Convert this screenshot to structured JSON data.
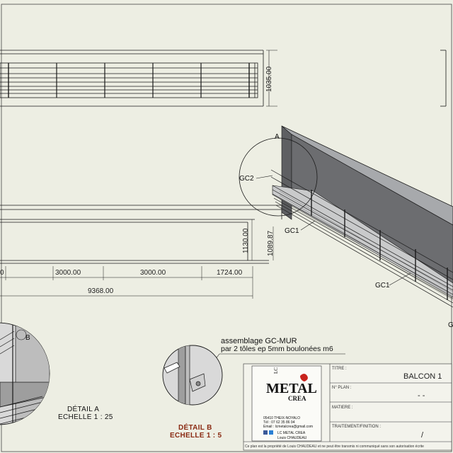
{
  "dimensions": {
    "height_total": "1035.00",
    "height_front": "1130.00",
    "height_inner": "1089.87",
    "seg0": "0",
    "seg1": "3000.00",
    "seg2": "3000.00",
    "seg3": "1724.00",
    "overall": "9368.00"
  },
  "labels": {
    "view_a": "A",
    "gc2": "GC2",
    "gc1_top": "GC1",
    "gc1_bottom": "GC1",
    "detail_b_marker": "B",
    "edge_letter": "G"
  },
  "detail_a": {
    "title": "DÉTAIL A",
    "scale": "ECHELLE 1 : 25"
  },
  "detail_b": {
    "title": "DÉTAIL B",
    "scale": "ECHELLE 1 : 5"
  },
  "assembly_note": {
    "line1": "assemblage GC-MUR",
    "line2": "par 2 tôles ep 5mm boulonées m6"
  },
  "title_block": {
    "titre_label": "TITRE :",
    "titre_value": "BALCON 1",
    "plan_label": "N° PLAN :",
    "plan_value": "-  -",
    "matiere_label": "MATIERE :",
    "matiere_value": "",
    "traitement_label": "TRAITEMENT/FINITION :",
    "traitement_value": "/",
    "footer": "Ce plan est la propriété de Louis CHAUDEAU et ne peut être transmis ni communiqué sans son autorisation écrite"
  },
  "logo": {
    "lc": "LC",
    "metal": "METAL",
    "crea": "CREA",
    "address": "05410 THEIX-NOYALO",
    "tel": "Tél : 07 62 35 86 94",
    "email": "Email : lcmetalcrea@gmail.com",
    "company": "LC METAL CREA",
    "person": "Louis CHAUDEAU"
  },
  "colors": {
    "paper": "#edeee3",
    "line": "#1a1a1a",
    "wall_front": "#6c6d70",
    "wall_top": "#a7a9ac",
    "detail_fill": "#d9d9d9",
    "accent_red": "#c8221c",
    "caption_red": "#8a2a12"
  }
}
